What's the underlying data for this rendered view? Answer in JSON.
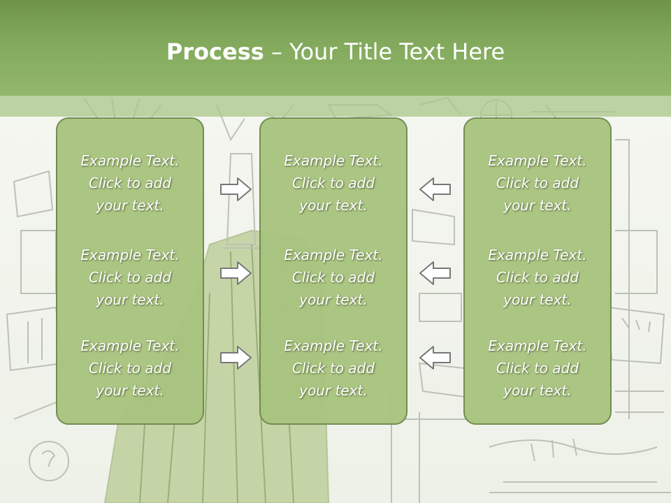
{
  "title": {
    "bold": "Process",
    "rest": " – Your Title Text Here"
  },
  "colors": {
    "header": "#7ea257",
    "box_fill": "#a9c47f",
    "box_border": "#6d8a4f",
    "arrow_stroke": "#777777"
  },
  "columns": [
    {
      "items": [
        "Example Text.\nClick  to add\nyour text.",
        "Example Text.\nClick  to add\nyour text.",
        "Example Text.\nClick  to add\nyour text."
      ]
    },
    {
      "items": [
        "Example Text.\nClick  to add\nyour text.",
        "Example Text.\nClick  to add\nyour text.",
        "Example Text.\nClick  to add\nyour text."
      ]
    },
    {
      "items": [
        "Example Text.\nClick  to add\nyour text.",
        "Example Text.\nClick  to add\nyour text.",
        "Example Text.\nClick  to add\nyour text."
      ]
    }
  ],
  "arrows": {
    "left_group": "right-arrow-icon",
    "right_group": "left-arrow-icon"
  }
}
